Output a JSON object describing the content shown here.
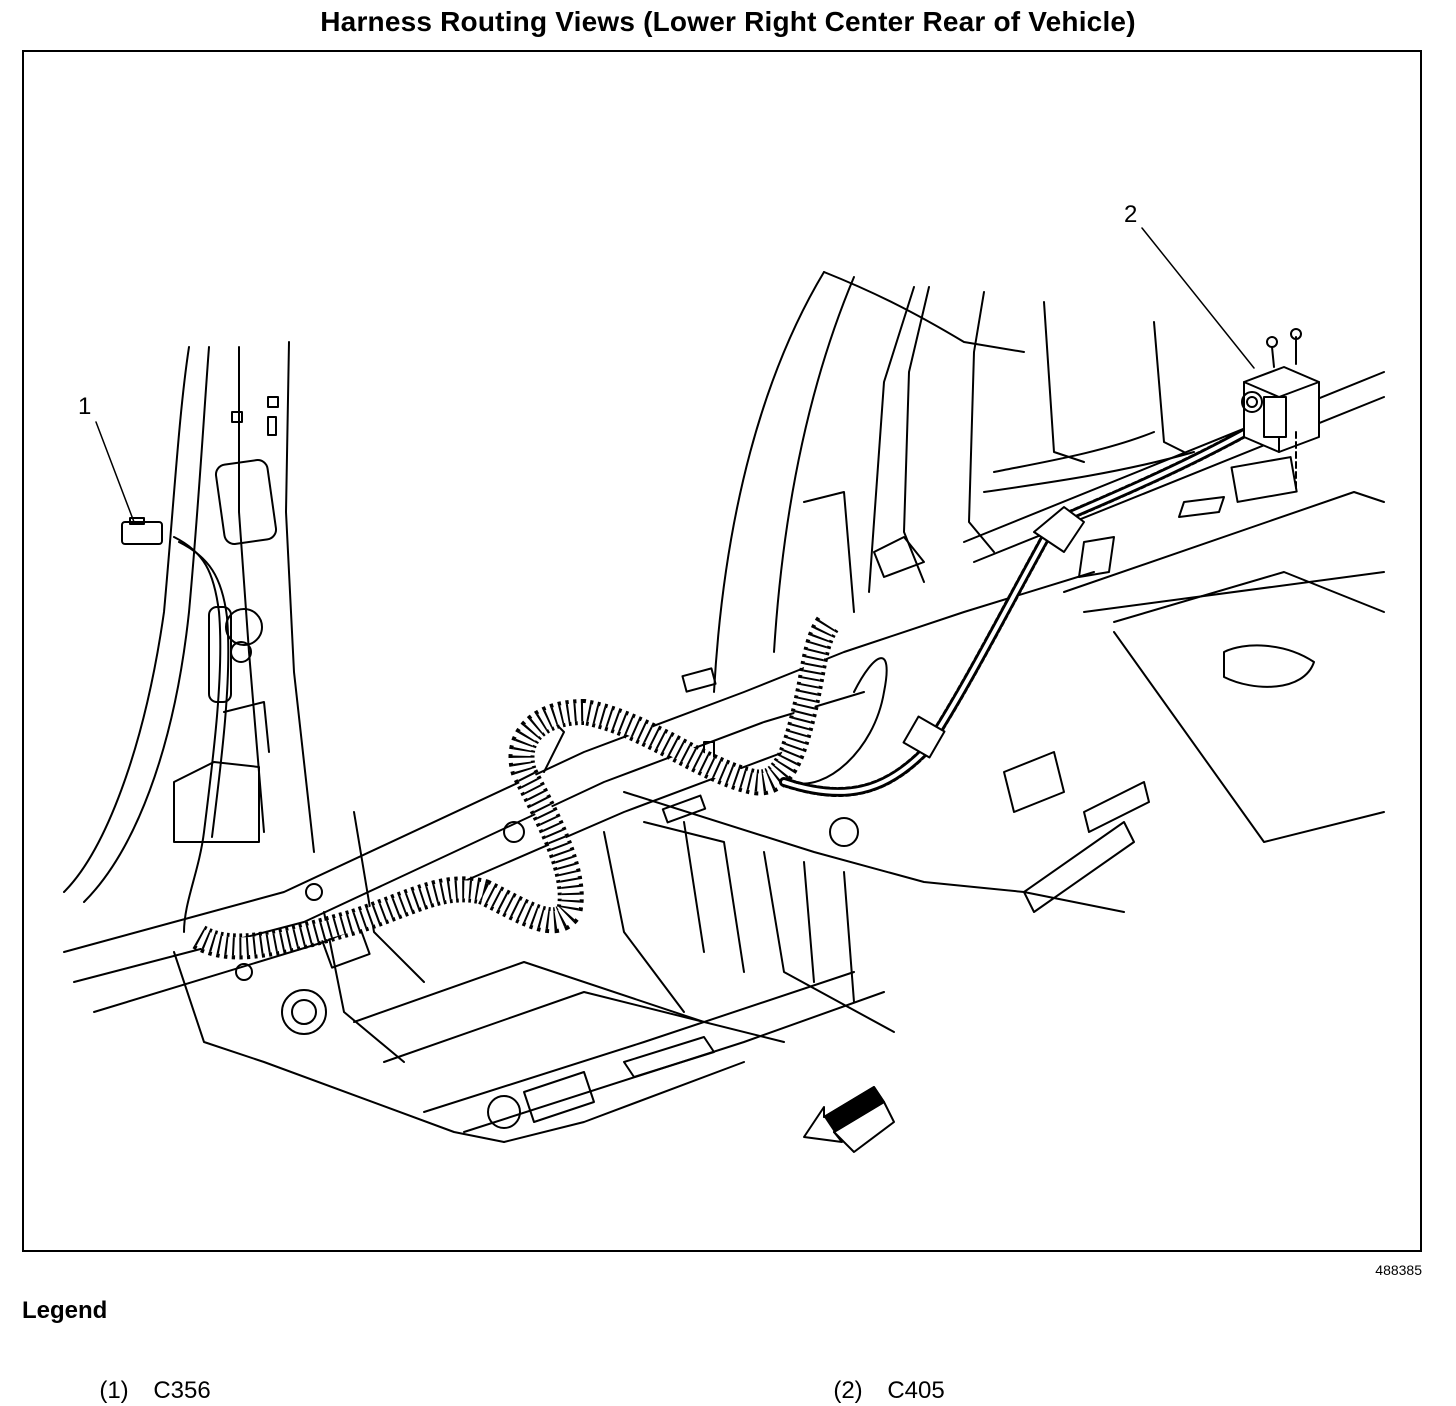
{
  "title": "Harness Routing Views (Lower Right Center Rear of Vehicle)",
  "figure_id": "488385",
  "callouts": [
    {
      "label": "1"
    },
    {
      "label": "2"
    }
  ],
  "legend": {
    "heading": "Legend",
    "items": [
      {
        "num": "(1)",
        "label": "C356"
      },
      {
        "num": "(2)",
        "label": "C405"
      }
    ]
  }
}
